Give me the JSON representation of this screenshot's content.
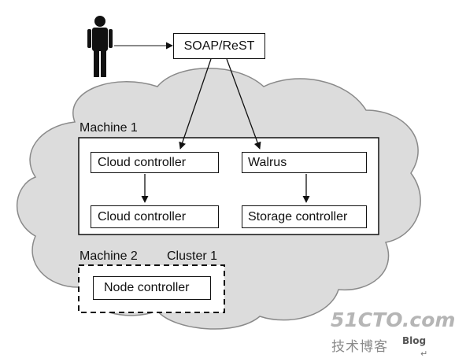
{
  "diagram": {
    "entry": {
      "label": "SOAP/ReST"
    },
    "machine1": {
      "label": "Machine 1",
      "boxes": {
        "cloud_controller_top": "Cloud controller",
        "walrus": "Walrus",
        "cloud_controller_bottom": "Cloud controller",
        "storage_controller": "Storage controller"
      }
    },
    "machine2": {
      "label": "Machine 2",
      "cluster_label": "Cluster 1",
      "boxes": {
        "node_controller": "Node controller"
      }
    }
  },
  "watermark": {
    "site": "51CTO.com",
    "tagline": "技术博客",
    "blog": "Blog"
  },
  "icons": {
    "user": "user-figure-icon",
    "cloud": "cloud-shape"
  },
  "colors": {
    "cloud_fill": "#dcdcdc",
    "cloud_stroke": "#8a8a8a",
    "line": "#111111",
    "watermark": "#b5b5b5"
  }
}
